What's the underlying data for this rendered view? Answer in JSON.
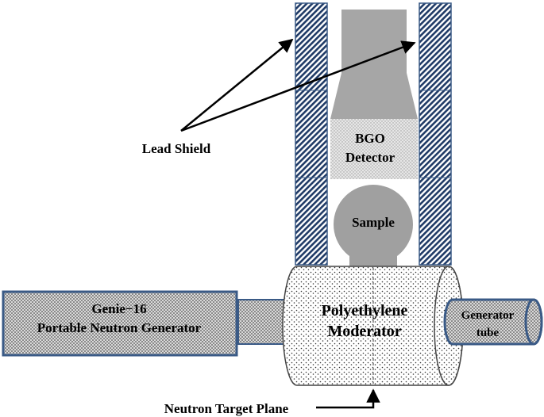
{
  "labels": {
    "lead_shield": "Lead Shield",
    "bgo_line1": "BGO",
    "bgo_line2": "Detector",
    "sample": "Sample",
    "genie_line1": "Genie−16",
    "genie_line2": "Portable Neutron Generator",
    "moderator_line1": "Polyethylene",
    "moderator_line2": "Moderator",
    "generator_tube_line1": "Generator",
    "generator_tube_line2": "tube",
    "neutron_target_plane": "Neutron Target Plane"
  },
  "colors": {
    "shield_fill": "#1f3a66",
    "outline_blue": "#3a5a86",
    "detector_gray": "#a6a6a6",
    "sample_gray": "#a0a0a0",
    "generator_checker": "#bdbdbd"
  }
}
